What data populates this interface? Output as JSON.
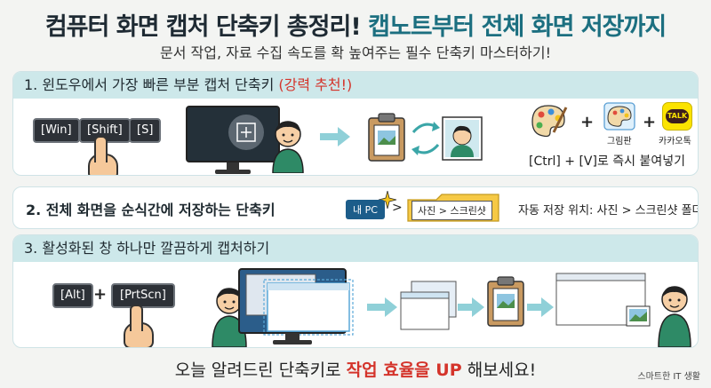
{
  "header": {
    "title_main": "컴퓨터 화면 캡처 단축키 총정리!",
    "title_accent": "캡노트부터 전체 화면 저장까지",
    "subtitle": "문서 작업, 자료 수집 속도를 확 높여주는 필수 단축키 마스터하기!"
  },
  "section1": {
    "heading": "1. 윈도우에서 가장 빠른 부분 캡처 단축키",
    "heading_highlight": "(강력 추천!)",
    "keys": [
      "[Win]",
      "[Shift]",
      "[S]"
    ],
    "app_label_paint": "그림판",
    "app_label_kakao": "카카오톡",
    "kakao_icon_text": "TALK",
    "paste_instruction": "[Ctrl] + [V]로 즉시 붙여넣기"
  },
  "section2": {
    "heading": "2. 전체 화면을 순식간에 저장하는 단축키",
    "pc_badge": "내 PC",
    "path": "사진 > 스크린샷",
    "save_location": "자동 저장 위치: 사진 > 스크린샷 폴더"
  },
  "section3": {
    "heading": "3. 활성화된 창 하나만 깔끔하게 캡처하기",
    "keys": [
      "[Alt]",
      "[PrtScn]"
    ]
  },
  "footer": {
    "message_start": "오늘 알려드린 단축키로",
    "message_highlight": "작업 효율을 UP",
    "message_end": "해보세요!",
    "credit": "스마트한 IT 생활"
  },
  "colors": {
    "accent_teal": "#1c6f80",
    "highlight_red": "#d4342b",
    "panel_header": "#cde8ea",
    "arrow": "#8fd0d8"
  }
}
